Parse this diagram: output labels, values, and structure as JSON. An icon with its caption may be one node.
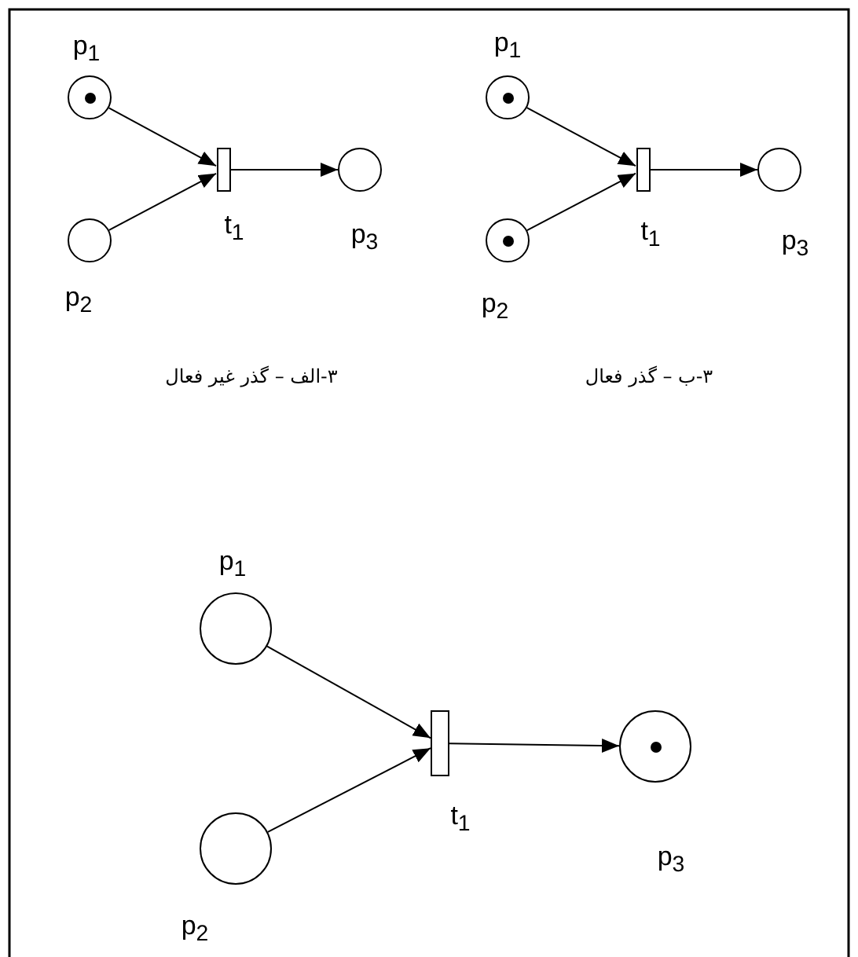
{
  "diagram": {
    "nodes": [
      {
        "text": [
          "p$_{1}$"
        ]
      },
      {
        "text": [],
        "shape": "dot",
        "in": 0
      },
      {
        "text": [
          "p$_{2}$"
        ]
      },
      {
        "text": [
          "t$_{1}$"
        ]
      },
      {
        "text": [
          "p$_{3}$"
        ]
      },
      {
        "text": [
          "p$_{1}$"
        ]
      },
      {
        "text": [],
        "shape": "dot",
        "in": 5
      },
      {
        "text": [
          "p$_{2}$"
        ]
      },
      {
        "text": [],
        "shape": "dot",
        "in": 7
      },
      {
        "text": [
          "t$_{1}$"
        ]
      },
      {
        "text": [
          "p$_{3}$"
        ]
      },
      {
        "text": [
          "p$_{1}$"
        ]
      },
      {
        "text": [
          "p$_{2}$"
        ]
      },
      {
        "text": [
          "t$_{1}$"
        ]
      },
      {
        "text": [
          "p$_{3}$"
        ]
      },
      {
        "text": [],
        "shape": "dot",
        "in": 14
      }
    ],
    "edges": [
      {
        "from": 0,
        "to": 3,
        "arrow": "to"
      },
      {
        "from": 2,
        "to": 3,
        "arrow": "to"
      },
      {
        "from": 3,
        "to": 4,
        "arrow": "to"
      },
      {
        "from": 5,
        "to": 9,
        "arrow": "to"
      },
      {
        "from": 7,
        "to": 9,
        "arrow": "to"
      },
      {
        "from": 9,
        "to": 10,
        "arrow": "to"
      },
      {
        "from": 11,
        "to": 13,
        "arrow": "to"
      },
      {
        "from": 12,
        "to": 13,
        "arrow": "to"
      },
      {
        "from": 13,
        "to": 14,
        "arrow": "to"
      }
    ],
    "labels": [
      "۳-الف – گذر غیر فعال",
      "۳-ب – گذر فعال"
    ]
  }
}
